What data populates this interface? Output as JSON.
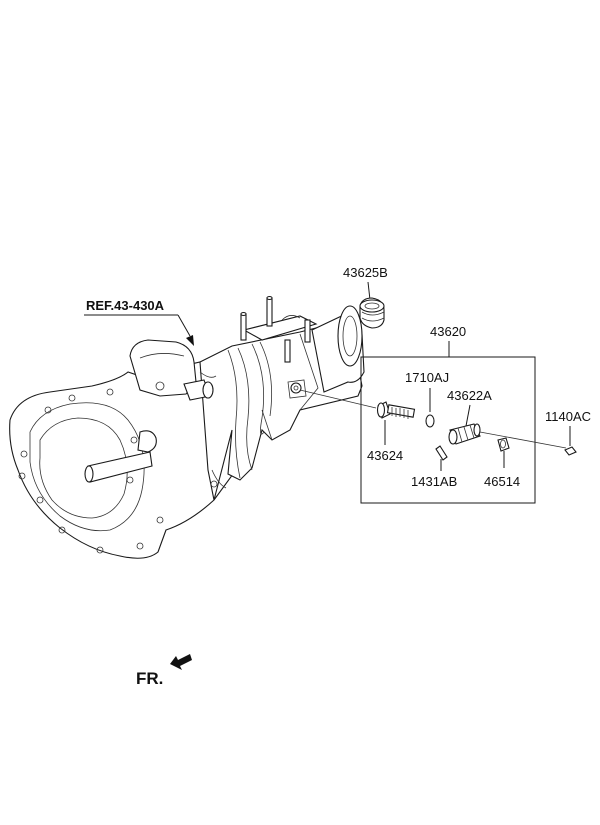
{
  "diagram": {
    "reference_label": "REF.43-430A",
    "direction_label": "FR.",
    "parts": {
      "p43625B": "43625B",
      "p43620": "43620",
      "p1710AJ": "1710AJ",
      "p43622A": "43622A",
      "p1140AC": "1140AC",
      "p43624": "43624",
      "p1431AB": "1431AB",
      "p46514": "46514"
    }
  }
}
